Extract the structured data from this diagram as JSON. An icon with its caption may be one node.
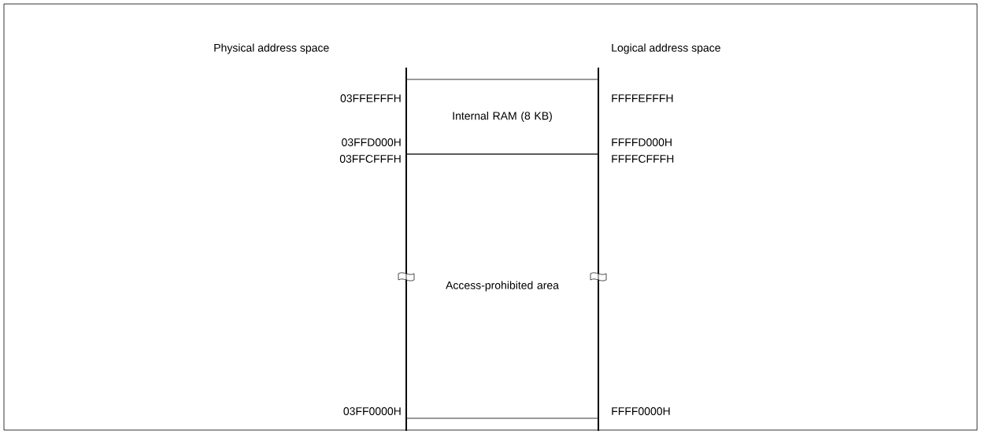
{
  "diagram": {
    "nodes": [
      {
        "text": [
          "Internal RAM (8 KB)"
        ]
      },
      {
        "text": [
          "Access-prohibited area"
        ]
      }
    ],
    "labels": [
      "Physical address space",
      "Logical address space",
      "03FFEFFFH",
      "FFFFEFFFH",
      "03FFD000H",
      "FFFFD000H",
      "03FFCFFFH",
      "FFFFCFFFH",
      "03FF0000H",
      "FFFF0000H"
    ]
  }
}
